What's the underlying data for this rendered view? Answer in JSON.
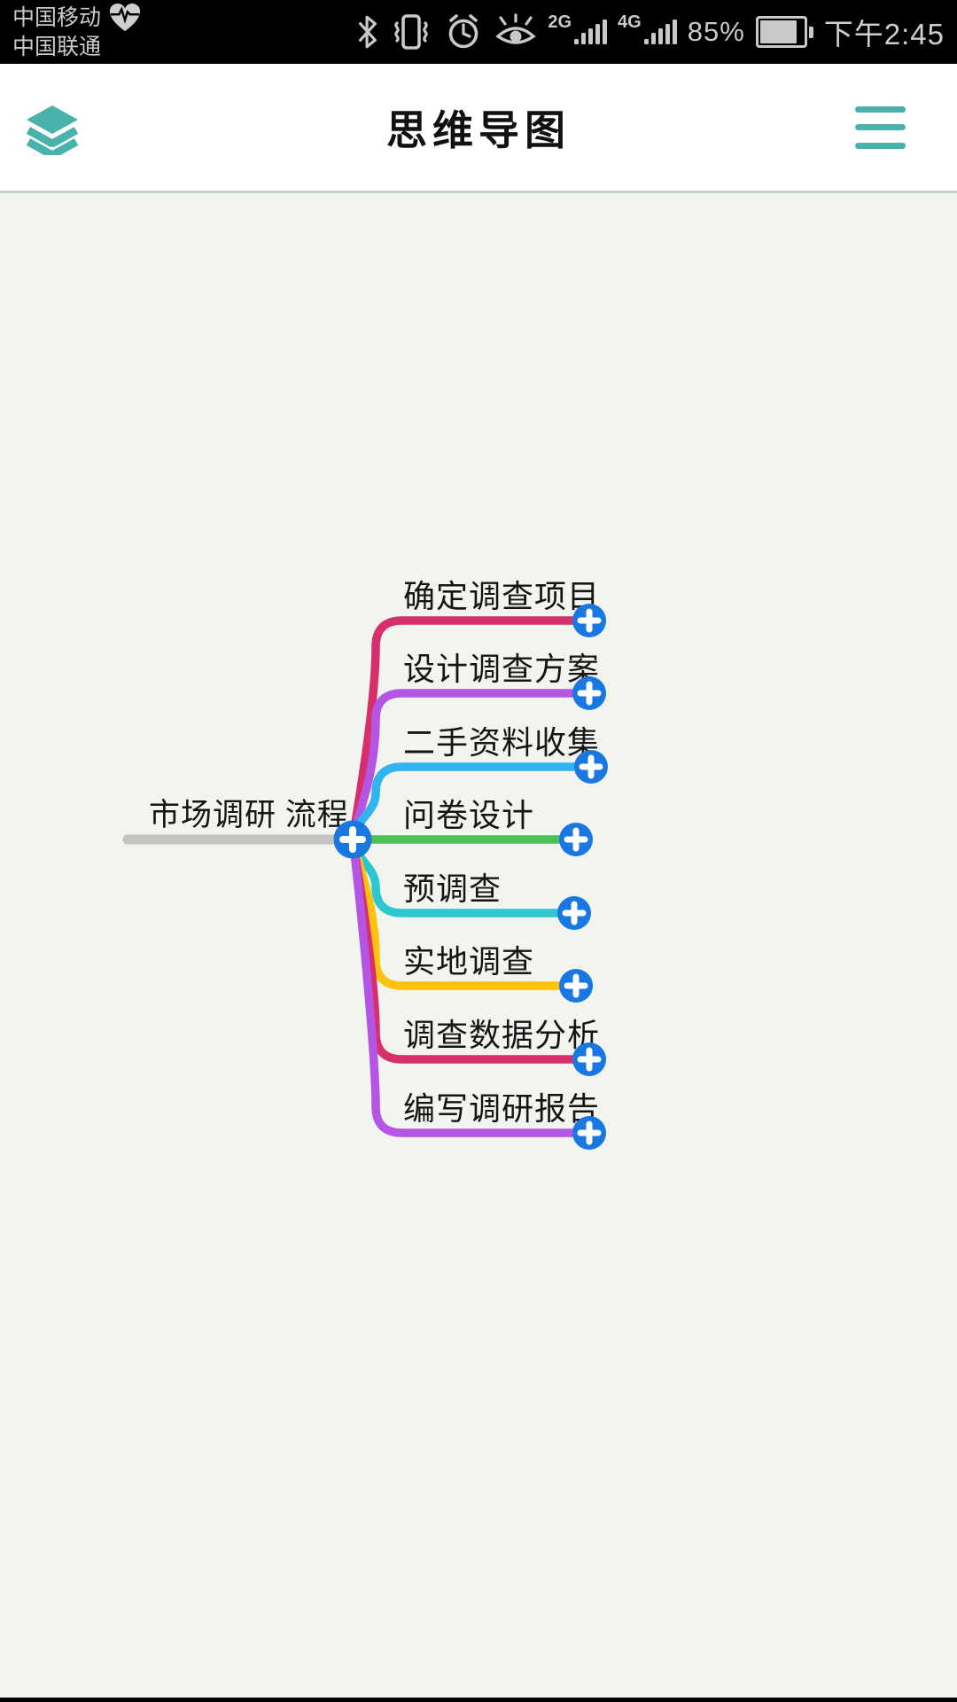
{
  "status_bar": {
    "carrier_line1": "中国移动",
    "carrier_line2": "中国联通",
    "network_2g_label": "2G",
    "network_4g_label": "4G",
    "battery_percent": "85%",
    "time": "下午2:45",
    "text_color": "#C9C9C9",
    "bg_color": "#000000"
  },
  "header": {
    "title": "思维导图",
    "accent_color": "#49B2AA"
  },
  "mindmap": {
    "bg_color": "#F2F4EF",
    "add_button_color": "#1877E0",
    "add_button_glyph": "+",
    "label_color": "#151515",
    "root": {
      "label": "市场调研 流程",
      "line_color": "#C3C3C3"
    },
    "branches": [
      {
        "label": "确定调查项目",
        "color": "#D62F6B"
      },
      {
        "label": "设计调查方案",
        "color": "#B455E3"
      },
      {
        "label": "二手资料收集",
        "color": "#33B4F0"
      },
      {
        "label": "问卷设计",
        "color": "#4CC254"
      },
      {
        "label": "预调查",
        "color": "#2CC7D0"
      },
      {
        "label": "实地调查",
        "color": "#FFC20D"
      },
      {
        "label": "调查数据分析",
        "color": "#D62F6B"
      },
      {
        "label": "编写调研报告",
        "color": "#B455E3"
      }
    ]
  }
}
